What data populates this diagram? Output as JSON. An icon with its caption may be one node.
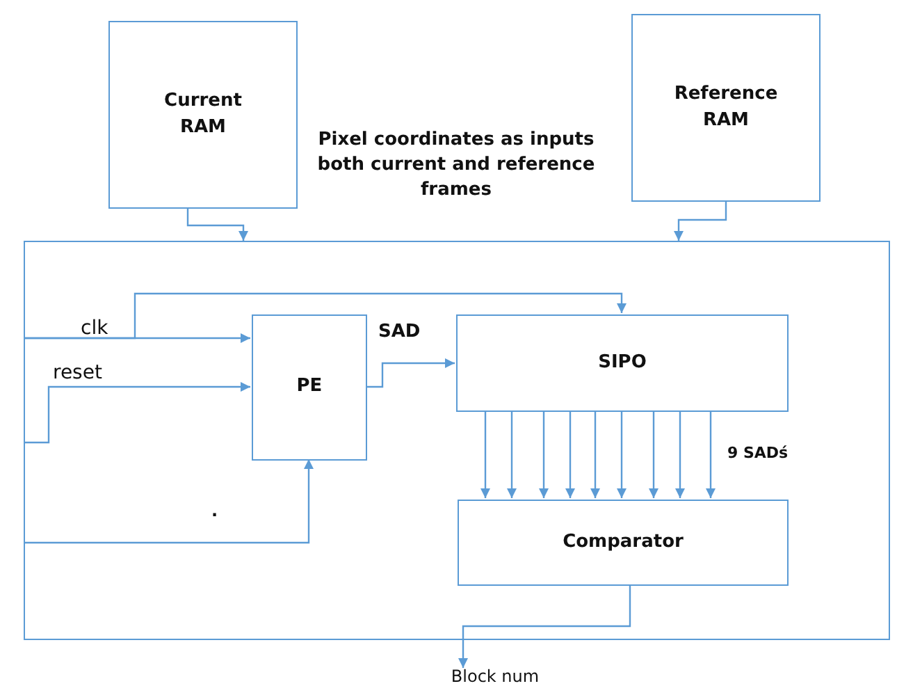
{
  "diagram": {
    "nodes": [
      {
        "text": [
          "Current  RAM"
        ]
      },
      {
        "text": [
          "Reference RAM"
        ]
      },
      {
        "text": [],
        "shape": "box"
      },
      {
        "text": [
          "PE"
        ],
        "in": 2
      },
      {
        "text": [
          "SIPO"
        ],
        "in": 2
      },
      {
        "text": [
          "Comparator"
        ],
        "in": 2
      },
      {
        "text": [
          "Block num"
        ]
      }
    ],
    "edges": [
      {
        "from": 0,
        "to": 2,
        "arrow": "to"
      },
      {
        "from": 1,
        "to": 2,
        "arrow": "to"
      },
      {
        "from": 2,
        "to": 3,
        "arrow": "to",
        "label": "clk"
      },
      {
        "from": 2,
        "to": 4,
        "arrow": "to"
      },
      {
        "from": 2,
        "to": 3,
        "arrow": "to",
        "label": "reset"
      },
      {
        "from": 2,
        "to": 3,
        "arrow": "to"
      },
      {
        "from": 3,
        "to": 4,
        "arrow": "to",
        "label": "SAD"
      },
      {
        "from": 4,
        "to": 5,
        "arrow": "to"
      },
      {
        "from": 4,
        "to": 5,
        "arrow": "to"
      },
      {
        "from": 4,
        "to": 5,
        "arrow": "to"
      },
      {
        "from": 4,
        "to": 5,
        "arrow": "to"
      },
      {
        "from": 4,
        "to": 5,
        "arrow": "to"
      },
      {
        "from": 4,
        "to": 5,
        "arrow": "to"
      },
      {
        "from": 4,
        "to": 5,
        "arrow": "to"
      },
      {
        "from": 4,
        "to": 5,
        "arrow": "to"
      },
      {
        "from": 4,
        "to": 5,
        "arrow": "to"
      },
      {
        "from": 5,
        "to": 6,
        "arrow": "to"
      }
    ],
    "labels": [
      "Pixel coordinates as inputs both current and reference frames",
      "9 SADś",
      "."
    ]
  }
}
